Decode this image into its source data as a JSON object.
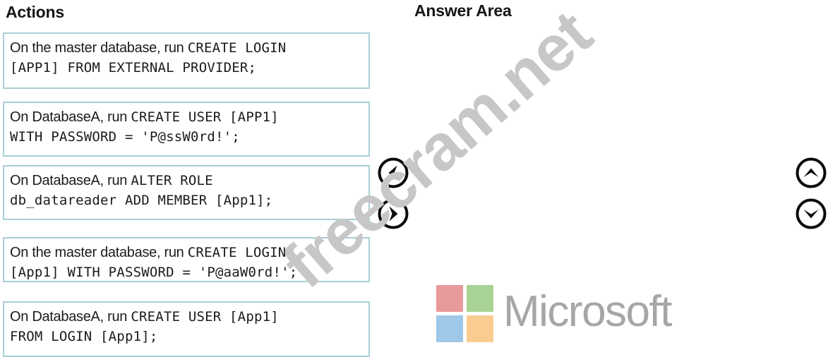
{
  "headings": {
    "actions": "Actions",
    "answer_area": "Answer Area"
  },
  "actions": {
    "items": [
      {
        "prefix": "On the master database, run ",
        "code": "CREATE LOGIN\n[APP1] FROM EXTERNAL PROVIDER;"
      },
      {
        "prefix": "On DatabaseA, run ",
        "code": "CREATE USER [APP1]\nWITH PASSWORD = 'P@ssW0rd!';"
      },
      {
        "prefix": "On DatabaseA, run ",
        "code": "ALTER ROLE\ndb_datareader ADD MEMBER [App1];"
      },
      {
        "prefix": "On the master database, run ",
        "code": "CREATE LOGIN\n[App1] WITH PASSWORD = 'P@aaW0rd!';"
      },
      {
        "prefix": "On DatabaseA, run ",
        "code": "CREATE USER [App1]\nFROM LOGIN [App1];"
      }
    ]
  },
  "controls": {
    "move_left": "move-left-arrow",
    "move_right": "move-right-arrow",
    "move_up": "move-up-arrow",
    "move_down": "move-down-arrow"
  },
  "branding": {
    "microsoft_wordmark": "Microsoft",
    "logo_colors": {
      "top_left_red": "#e89a9a",
      "top_right_green": "#a9d295",
      "bottom_left_blue": "#9ec7e8",
      "bottom_right_yellow": "#f8cd8f"
    },
    "wordmark_color": "#a6a6a6"
  },
  "watermark": {
    "text": "freecram.net",
    "color": "#c7c7c7"
  },
  "theme": {
    "box_border": "#a9ced6",
    "text": "#1b1b1b",
    "background": "#ffffff"
  }
}
